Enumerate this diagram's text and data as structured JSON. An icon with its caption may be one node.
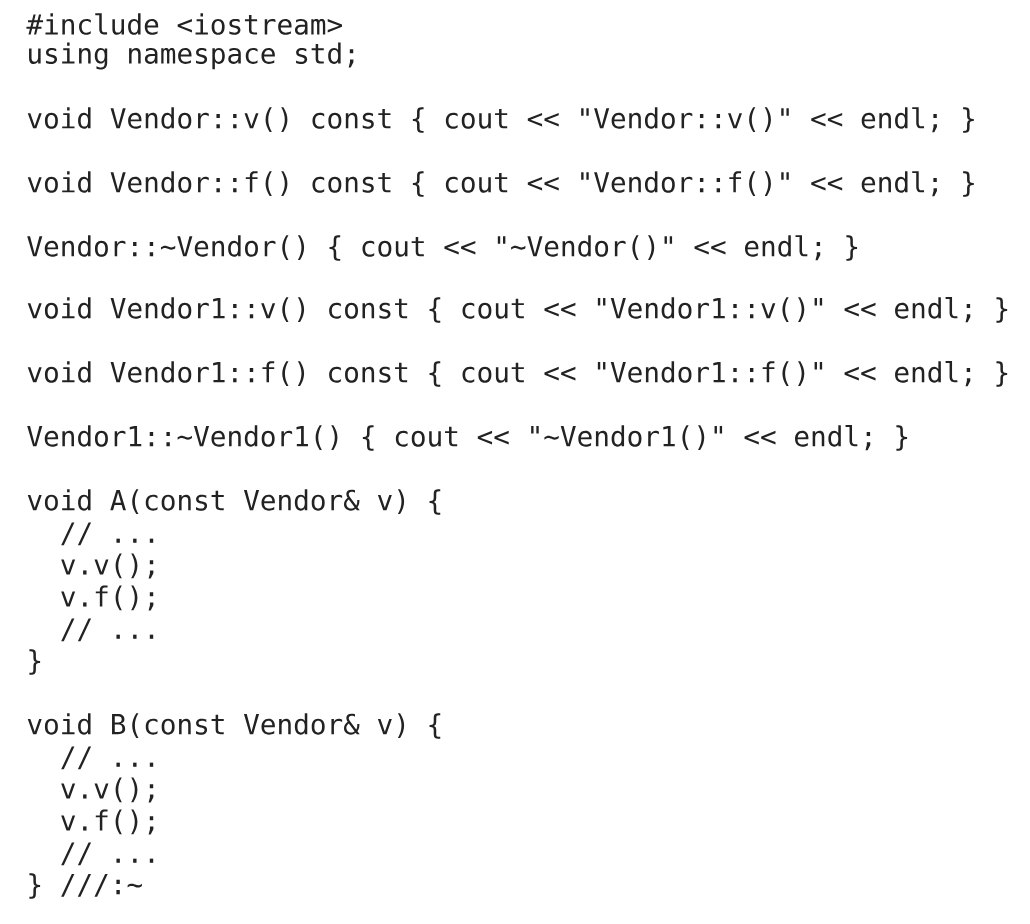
{
  "diagram": {
    "labels": [
      "#include <iostream>",
      "using namespace std;",
      "void Vendor::v() const { cout << \"Vendor::v()\" << endl; }",
      "void Vendor::f() const { cout << \"Vendor::f()\" << endl; }",
      "Vendor::~Vendor() { cout << \"~Vendor()\" << endl; }",
      "void Vendor1::v() const { cout << \"Vendor1::v()\" << endl; }",
      "void Vendor1::f() const { cout << \"Vendor1::f()\" << endl; }",
      "Vendor1::~Vendor1() { cout << \"~Vendor1()\" << endl; }",
      "void A(const Vendor& v) {",
      "// ...",
      "v.v();",
      "v.f();",
      "// ...",
      "}",
      "void B(const Vendor& v) {",
      "// ...",
      "v.v();",
      "v.f();",
      "// ...",
      "} ///:~"
    ]
  }
}
